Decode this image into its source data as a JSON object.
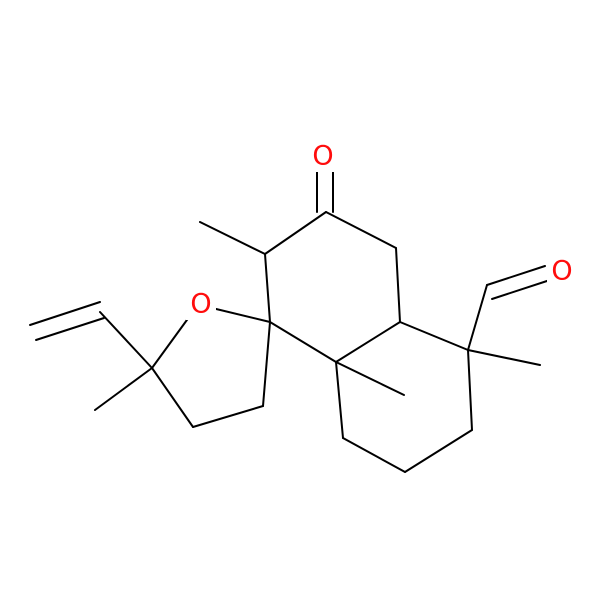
{
  "molecule": {
    "atoms": [
      {
        "label": "O",
        "color": "#ff0d0d"
      },
      {
        "label": "O",
        "color": "#ff0d0d"
      },
      {
        "label": "O",
        "color": "#ff0d0d"
      }
    ]
  }
}
